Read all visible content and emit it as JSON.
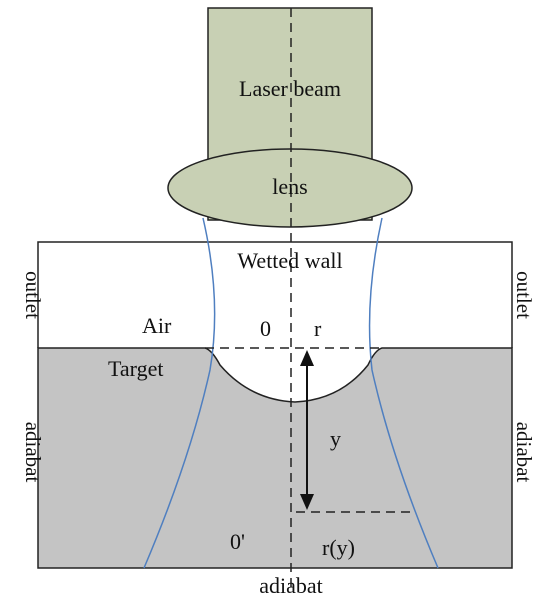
{
  "labels": {
    "laser_beam": "Laser beam",
    "lens": "lens",
    "wetted_wall": "Wetted wall",
    "outlet_left": "outlet",
    "outlet_right": "outlet",
    "air": "Air",
    "zero": "0",
    "r": "r",
    "target": "Target",
    "y": "y",
    "adiabat_left": "adiabat",
    "adiabat_right": "adiabat",
    "zero_prime": "0'",
    "r_of_y": "r(y)",
    "adiabat_bottom": "adiabat"
  },
  "colors": {
    "laser_fill": "#c8d0b4",
    "lens_fill": "#c8d0b4",
    "target_fill": "#c4c4c4",
    "beam_curve": "#4f7fc0",
    "outline": "#222222"
  }
}
